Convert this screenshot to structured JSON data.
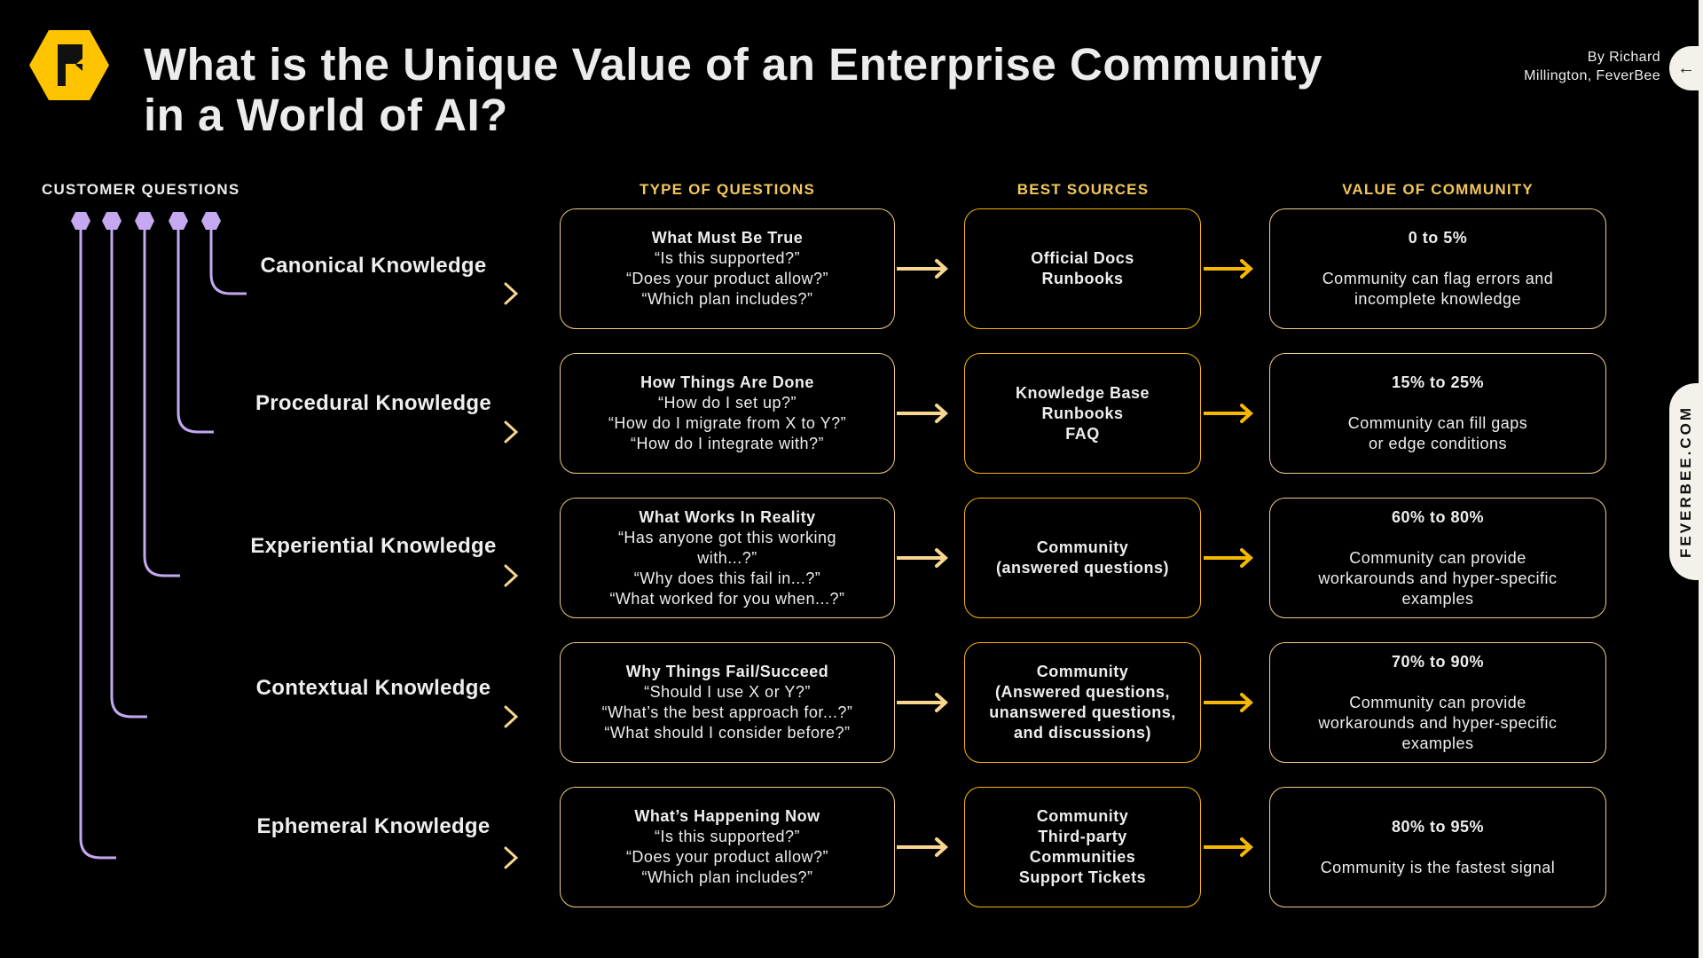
{
  "header": {
    "title_line1": "What is the Unique Value of an Enterprise Community",
    "title_line2": "in a World of AI?",
    "author_line1": "By Richard",
    "author_line2": "Millington, FeverBee",
    "logo_letter": "F"
  },
  "side": {
    "back_arrow": "←",
    "site": "FEVERBEE.COM"
  },
  "columns": {
    "customer": "CUSTOMER QUESTIONS",
    "type": "TYPE OF QUESTIONS",
    "sources": "BEST SOURCES",
    "value": "VALUE OF COMMUNITY"
  },
  "colors": {
    "accent": "#f5b800",
    "pale_gold": "#efcd88",
    "purple": "#c4a8f0",
    "logo": "#ffc400"
  },
  "rows": [
    {
      "label": "Canonical Knowledge",
      "type_title": "What Must Be True",
      "type_lines": [
        "“Is this supported?”",
        "“Does your product allow?”",
        "“Which plan includes?”"
      ],
      "sources": [
        "Official Docs",
        "Runbooks"
      ],
      "value_range": "0 to 5%",
      "value_lines": [
        "Community can flag errors and",
        "incomplete knowledge"
      ]
    },
    {
      "label": "Procedural Knowledge",
      "type_title": "How Things Are Done",
      "type_lines": [
        "“How do I set up?”",
        "“How do I migrate from X to Y?”",
        "“How do I integrate with?”"
      ],
      "sources": [
        "Knowledge Base",
        "Runbooks",
        "FAQ"
      ],
      "value_range": "15% to 25%",
      "value_lines": [
        "Community can fill gaps",
        "or edge conditions"
      ]
    },
    {
      "label": "Experiential Knowledge",
      "type_title": "What Works In Reality",
      "type_lines": [
        "“Has anyone got this working",
        "with...?”",
        "“Why does this fail in...?”",
        "“What worked for you when...?”"
      ],
      "sources": [
        "Community",
        "(answered questions)"
      ],
      "value_range": "60% to 80%",
      "value_lines": [
        "Community can provide",
        "workarounds and hyper-specific",
        "examples"
      ]
    },
    {
      "label": "Contextual Knowledge",
      "type_title": "Why Things Fail/Succeed",
      "type_lines": [
        "“Should I use X or Y?”",
        "“What’s the best approach for...?”",
        "“What should I consider before?”"
      ],
      "sources": [
        "Community",
        "(Answered questions,",
        "unanswered questions,",
        "and discussions)"
      ],
      "value_range": "70% to 90%",
      "value_lines": [
        "Community can provide",
        "workarounds and hyper-specific",
        "examples"
      ]
    },
    {
      "label": "Ephemeral Knowledge",
      "type_title": "What’s Happening Now",
      "type_lines": [
        "“Is this supported?”",
        "“Does your product allow?”",
        "“Which plan includes?”"
      ],
      "sources": [
        "Community",
        "Third-party",
        "Communities",
        "Support Tickets"
      ],
      "value_range": "80% to 95%",
      "value_lines": [
        "Community is the fastest signal"
      ]
    }
  ]
}
